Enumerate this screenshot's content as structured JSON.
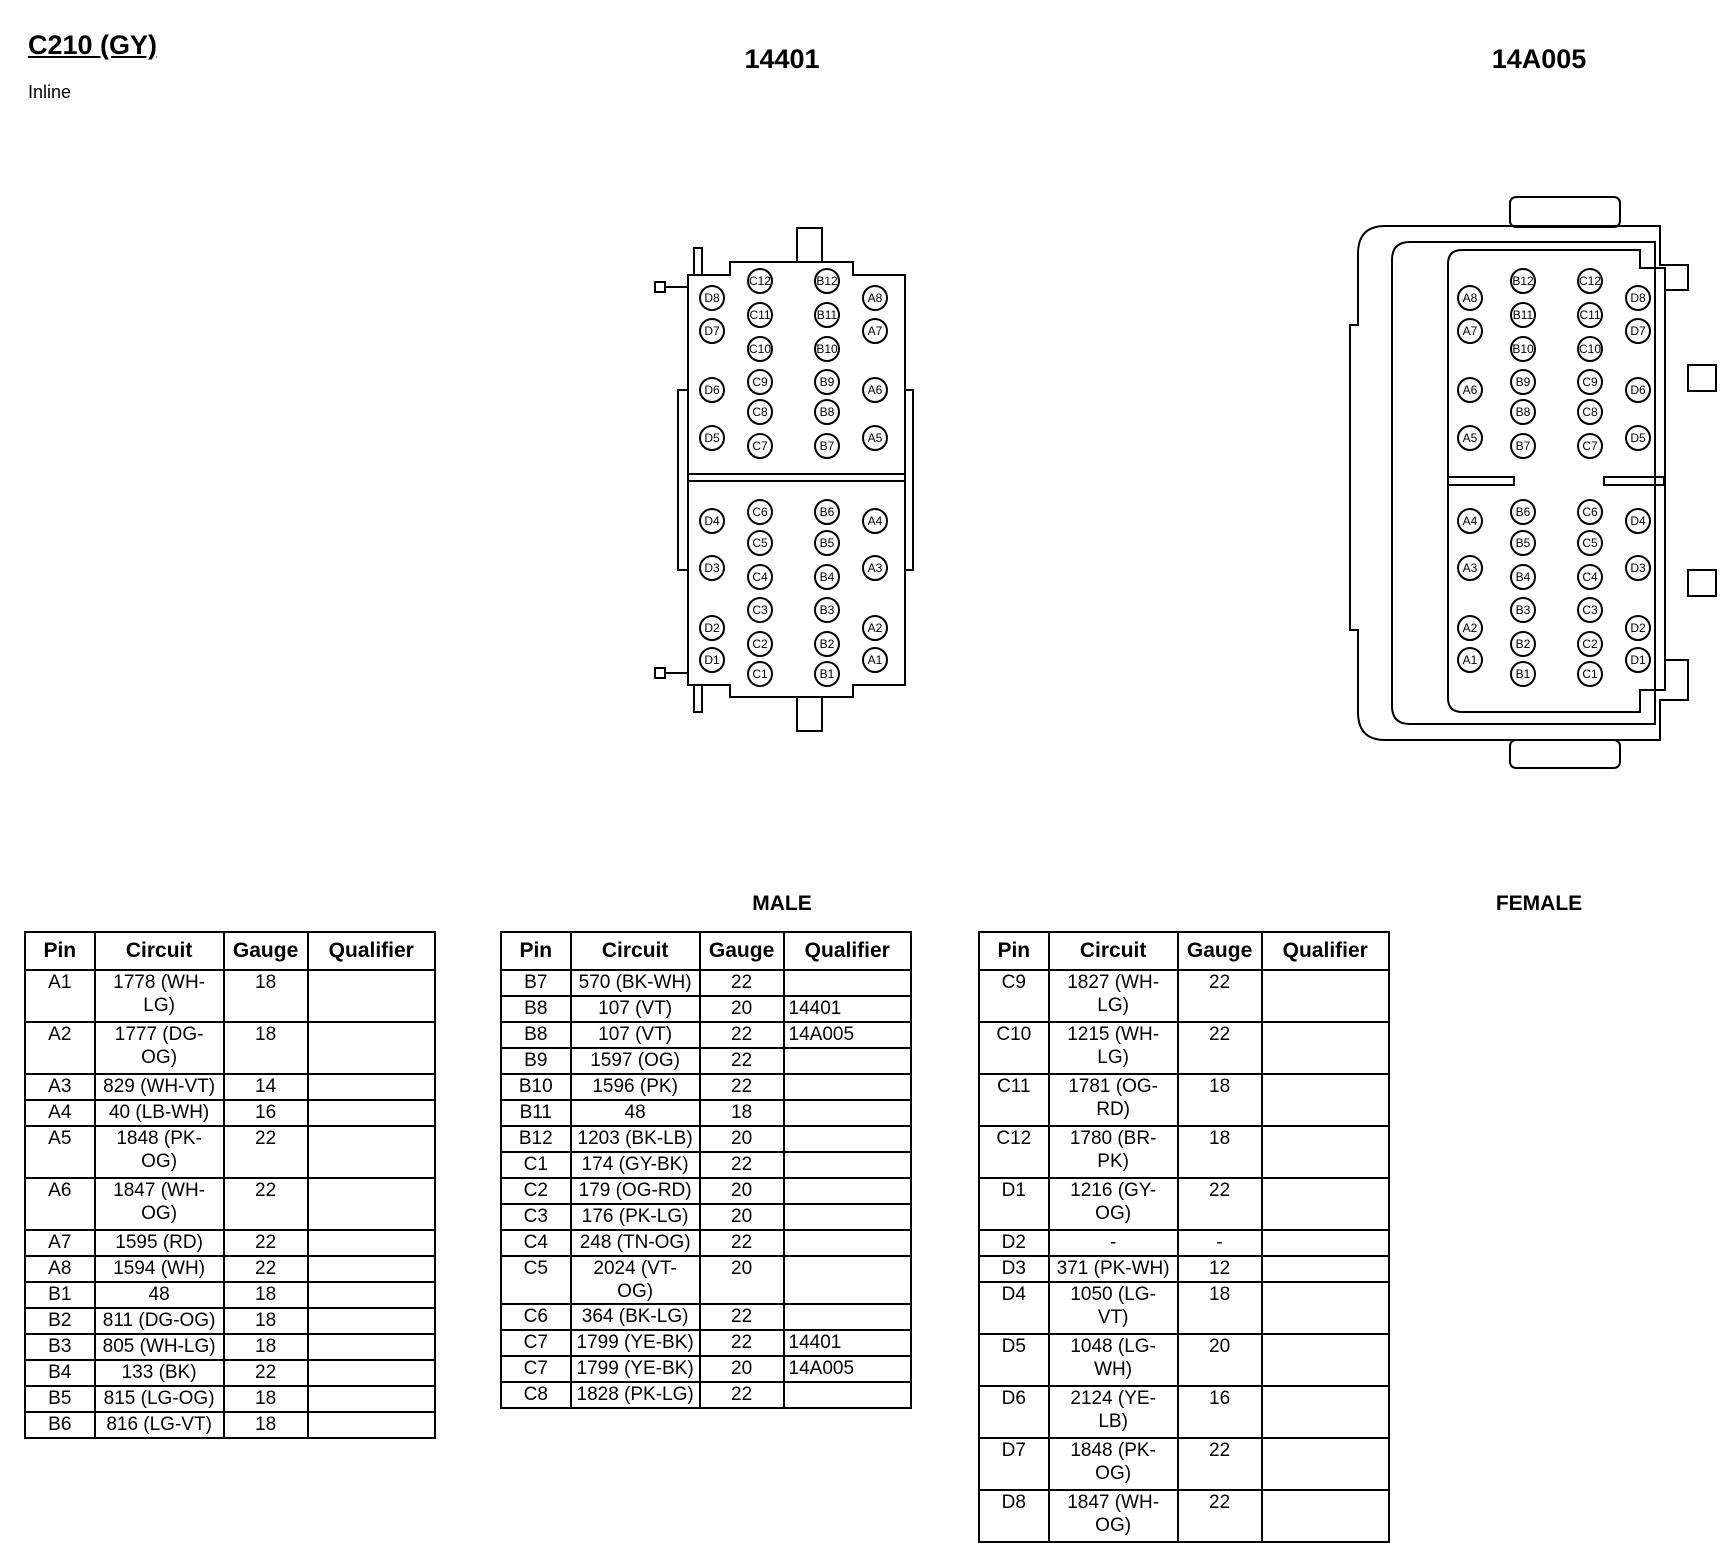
{
  "header": {
    "title": "C210 (GY)",
    "subtitle": "Inline"
  },
  "connectors": [
    {
      "id": "14401",
      "gender": "MALE"
    },
    {
      "id": "14A005",
      "gender": "FEMALE"
    }
  ],
  "pin_labels": {
    "male": {
      "left_col": [
        "D8",
        "D7",
        "D6",
        "D5",
        "D4",
        "D3",
        "D2",
        "D1"
      ],
      "c_col": [
        "C12",
        "C11",
        "C10",
        "C9",
        "C8",
        "C7",
        "C6",
        "C5",
        "C4",
        "C3",
        "C2",
        "C1"
      ],
      "b_col": [
        "B12",
        "B11",
        "B10",
        "B9",
        "B8",
        "B7",
        "B6",
        "B5",
        "B4",
        "B3",
        "B2",
        "B1"
      ],
      "right_col": [
        "A8",
        "A7",
        "A6",
        "A5",
        "A4",
        "A3",
        "A2",
        "A1"
      ]
    },
    "female": {
      "left_col": [
        "A8",
        "A7",
        "A6",
        "A5",
        "A4",
        "A3",
        "A2",
        "A1"
      ],
      "b_col": [
        "B12",
        "B11",
        "B10",
        "B9",
        "B8",
        "B7",
        "B6",
        "B5",
        "B4",
        "B3",
        "B2",
        "B1"
      ],
      "c_col": [
        "C12",
        "C11",
        "C10",
        "C9",
        "C8",
        "C7",
        "C6",
        "C5",
        "C4",
        "C3",
        "C2",
        "C1"
      ],
      "right_col": [
        "D8",
        "D7",
        "D6",
        "D5",
        "D4",
        "D3",
        "D2",
        "D1"
      ]
    }
  },
  "table_headers": {
    "pin": "Pin",
    "circuit": "Circuit",
    "gauge": "Gauge",
    "qualifier": "Qualifier"
  },
  "tables": [
    {
      "rows": [
        {
          "pin": "A1",
          "circuit": "1778 (WH-LG)",
          "gauge": "18",
          "qualifier": ""
        },
        {
          "pin": "A2",
          "circuit": "1777 (DG-OG)",
          "gauge": "18",
          "qualifier": ""
        },
        {
          "pin": "A3",
          "circuit": "829 (WH-VT)",
          "gauge": "14",
          "qualifier": ""
        },
        {
          "pin": "A4",
          "circuit": "40 (LB-WH)",
          "gauge": "16",
          "qualifier": ""
        },
        {
          "pin": "A5",
          "circuit": "1848 (PK-OG)",
          "gauge": "22",
          "qualifier": ""
        },
        {
          "pin": "A6",
          "circuit": "1847 (WH-OG)",
          "gauge": "22",
          "qualifier": ""
        },
        {
          "pin": "A7",
          "circuit": "1595 (RD)",
          "gauge": "22",
          "qualifier": ""
        },
        {
          "pin": "A8",
          "circuit": "1594 (WH)",
          "gauge": "22",
          "qualifier": ""
        },
        {
          "pin": "B1",
          "circuit": "48",
          "gauge": "18",
          "qualifier": ""
        },
        {
          "pin": "B2",
          "circuit": "811 (DG-OG)",
          "gauge": "18",
          "qualifier": ""
        },
        {
          "pin": "B3",
          "circuit": "805 (WH-LG)",
          "gauge": "18",
          "qualifier": ""
        },
        {
          "pin": "B4",
          "circuit": "133 (BK)",
          "gauge": "22",
          "qualifier": ""
        },
        {
          "pin": "B5",
          "circuit": "815 (LG-OG)",
          "gauge": "18",
          "qualifier": ""
        },
        {
          "pin": "B6",
          "circuit": "816 (LG-VT)",
          "gauge": "18",
          "qualifier": ""
        }
      ]
    },
    {
      "rows": [
        {
          "pin": "B7",
          "circuit": "570 (BK-WH)",
          "gauge": "22",
          "qualifier": ""
        },
        {
          "pin": "B8",
          "circuit": "107 (VT)",
          "gauge": "20",
          "qualifier": "14401"
        },
        {
          "pin": "B8",
          "circuit": "107 (VT)",
          "gauge": "22",
          "qualifier": "14A005"
        },
        {
          "pin": "B9",
          "circuit": "1597 (OG)",
          "gauge": "22",
          "qualifier": ""
        },
        {
          "pin": "B10",
          "circuit": "1596 (PK)",
          "gauge": "22",
          "qualifier": ""
        },
        {
          "pin": "B11",
          "circuit": "48",
          "gauge": "18",
          "qualifier": ""
        },
        {
          "pin": "B12",
          "circuit": "1203 (BK-LB)",
          "gauge": "20",
          "qualifier": ""
        },
        {
          "pin": "C1",
          "circuit": "174 (GY-BK)",
          "gauge": "22",
          "qualifier": ""
        },
        {
          "pin": "C2",
          "circuit": "179 (OG-RD)",
          "gauge": "20",
          "qualifier": ""
        },
        {
          "pin": "C3",
          "circuit": "176 (PK-LG)",
          "gauge": "20",
          "qualifier": ""
        },
        {
          "pin": "C4",
          "circuit": "248 (TN-OG)",
          "gauge": "22",
          "qualifier": ""
        },
        {
          "pin": "C5",
          "circuit": "2024 (VT-OG)",
          "gauge": "20",
          "qualifier": ""
        },
        {
          "pin": "C6",
          "circuit": "364 (BK-LG)",
          "gauge": "22",
          "qualifier": ""
        },
        {
          "pin": "C7",
          "circuit": "1799 (YE-BK)",
          "gauge": "22",
          "qualifier": "14401"
        },
        {
          "pin": "C7",
          "circuit": "1799 (YE-BK)",
          "gauge": "20",
          "qualifier": "14A005"
        },
        {
          "pin": "C8",
          "circuit": "1828 (PK-LG)",
          "gauge": "22",
          "qualifier": ""
        }
      ]
    },
    {
      "rows": [
        {
          "pin": "C9",
          "circuit": "1827 (WH-LG)",
          "gauge": "22",
          "qualifier": ""
        },
        {
          "pin": "C10",
          "circuit": "1215 (WH-LG)",
          "gauge": "22",
          "qualifier": ""
        },
        {
          "pin": "C11",
          "circuit": "1781 (OG-RD)",
          "gauge": "18",
          "qualifier": ""
        },
        {
          "pin": "C12",
          "circuit": "1780 (BR-PK)",
          "gauge": "18",
          "qualifier": ""
        },
        {
          "pin": "D1",
          "circuit": "1216 (GY-OG)",
          "gauge": "22",
          "qualifier": ""
        },
        {
          "pin": "D2",
          "circuit": "-",
          "gauge": "-",
          "qualifier": ""
        },
        {
          "pin": "D3",
          "circuit": "371 (PK-WH)",
          "gauge": "12",
          "qualifier": ""
        },
        {
          "pin": "D4",
          "circuit": "1050 (LG-VT)",
          "gauge": "18",
          "qualifier": ""
        },
        {
          "pin": "D5",
          "circuit": "1048 (LG-WH)",
          "gauge": "20",
          "qualifier": ""
        },
        {
          "pin": "D6",
          "circuit": "2124 (YE-LB)",
          "gauge": "16",
          "qualifier": ""
        },
        {
          "pin": "D7",
          "circuit": "1848 (PK-OG)",
          "gauge": "22",
          "qualifier": ""
        },
        {
          "pin": "D8",
          "circuit": "1847 (WH-OG)",
          "gauge": "22",
          "qualifier": ""
        }
      ]
    }
  ]
}
